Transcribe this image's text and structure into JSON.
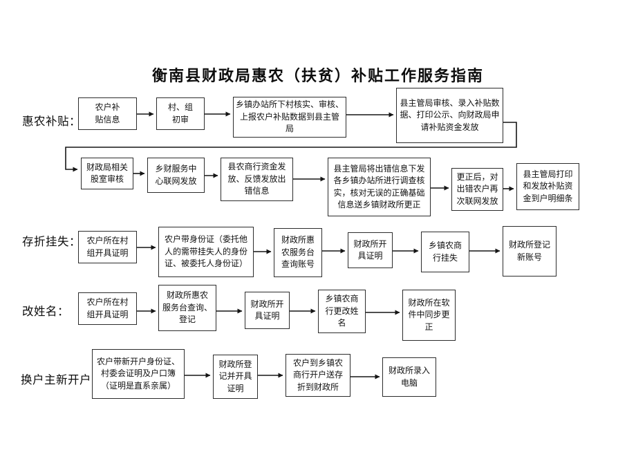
{
  "title": "衡南县财政局惠农（扶贫）补贴工作服务指南",
  "flows": [
    {
      "id": "huinong-butie",
      "label": "惠农补贴：",
      "steps": [
        "农户补\n贴信息",
        "村、组\n初审",
        "乡镇办站所下村核实、审核、\n上报农户补贴数据到县主管\n局",
        "县主管局审核、录入补贴数\n据、打印公示、向财政局申\n请补贴资金发放",
        "财政局相关\n股室审核",
        "乡财服务中\n心联网发放",
        "县农商行资金发\n放、反馈发放出\n错信息",
        "县主管局将出错信息下发\n各乡镇办站所进行调查核\n实，核对无误的正确基础\n信息送乡镇财政所更正",
        "更正后，对\n出错农户再\n次联网发放",
        "县主管局打印\n和发放补贴资\n金到户明细条"
      ]
    },
    {
      "id": "cunzhe-guashi",
      "label": "存折挂失：",
      "steps": [
        "农户所在村\n组开具证明",
        "农户带身份证（委托他\n人的需带挂失人的身份\n证、被委托人身份证）",
        "财政所惠\n农服务台\n查询账号",
        "财政所开\n具证明",
        "乡镇农商\n行挂失",
        "财政所登记\n新账号"
      ]
    },
    {
      "id": "gai-xingming",
      "label": "改姓名：",
      "steps": [
        "农户所在村\n组开具证明",
        "财政所惠农\n服务台查询、\n登记",
        "财政所开\n具证明",
        "乡镇农商\n行更改姓\n名",
        "财政所在软\n件中同步更\n正"
      ]
    },
    {
      "id": "huan-huzhu-xin-kaihu",
      "label": "换户主新开户：",
      "steps": [
        "农户带新开户身份证、\n村委会证明及户口簿\n（证明是直系亲属）",
        "财政所登\n记并开具\n证明",
        "农户到乡镇农\n商行开户送存\n折到财政所",
        "财政所录入\n电脑"
      ]
    }
  ]
}
